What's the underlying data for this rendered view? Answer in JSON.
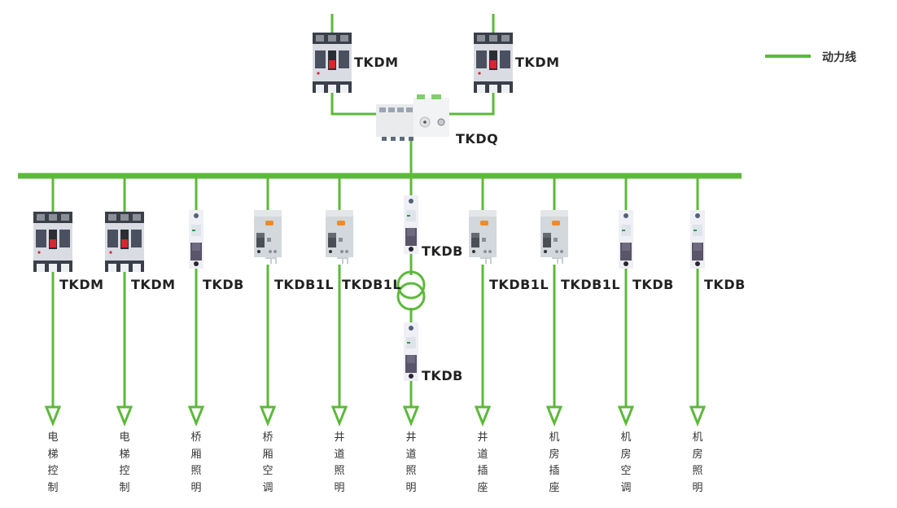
{
  "legend": {
    "label": "动力线",
    "color": "#5cb93a"
  },
  "colors": {
    "line": "#5cb93a",
    "text": "#222222"
  },
  "top": {
    "incomers": [
      {
        "label": "TKDM",
        "type": "mccb"
      },
      {
        "label": "TKDM",
        "type": "mccb"
      }
    ],
    "ats": {
      "label": "TKDQ",
      "type": "ats"
    }
  },
  "branches": [
    {
      "device": "TKDM",
      "type": "mccb",
      "load": [
        "电",
        "梯",
        "控",
        "制"
      ]
    },
    {
      "device": "TKDM",
      "type": "mccb",
      "load": [
        "电",
        "梯",
        "控",
        "制"
      ]
    },
    {
      "device": "TKDB",
      "type": "mcb",
      "load": [
        "桥",
        "厢",
        "照",
        "明"
      ]
    },
    {
      "device": "TKDB1L",
      "type": "rcbo",
      "load": [
        "桥",
        "厢",
        "空",
        "调"
      ]
    },
    {
      "device": "TKDB1L",
      "type": "rcbo",
      "load": [
        "井",
        "道",
        "照",
        "明"
      ]
    },
    {
      "device": "TKDB",
      "type": "mcb",
      "load": [
        "井",
        "道",
        "照",
        "明"
      ],
      "transformer": true,
      "secondary_device": "TKDB"
    },
    {
      "device": "TKDB1L",
      "type": "rcbo",
      "load": [
        "井",
        "道",
        "插",
        "座"
      ]
    },
    {
      "device": "TKDB1L",
      "type": "rcbo",
      "load": [
        "机",
        "房",
        "插",
        "座"
      ]
    },
    {
      "device": "TKDB",
      "type": "mcb",
      "load": [
        "机",
        "房",
        "空",
        "调"
      ]
    },
    {
      "device": "TKDB",
      "type": "mcb",
      "load": [
        "机",
        "房",
        "照",
        "明"
      ]
    }
  ]
}
